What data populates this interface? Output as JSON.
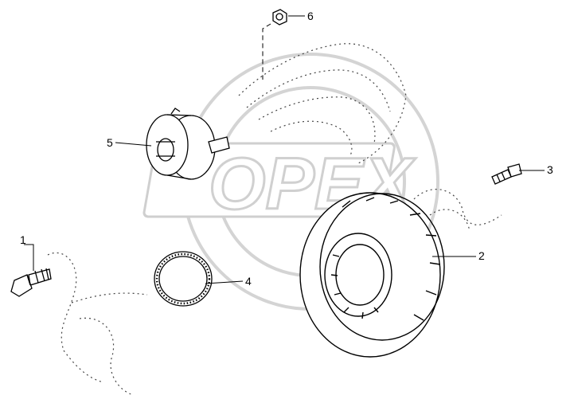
{
  "watermark": {
    "text": "OPEX"
  },
  "callouts": [
    {
      "id": "1",
      "label": "1"
    },
    {
      "id": "2",
      "label": "2"
    },
    {
      "id": "3",
      "label": "3"
    },
    {
      "id": "4",
      "label": "4"
    },
    {
      "id": "5",
      "label": "5"
    },
    {
      "id": "6",
      "label": "6"
    }
  ],
  "parts": [
    {
      "callout": "1",
      "icon": "wheel-bolt-icon"
    },
    {
      "callout": "2",
      "icon": "brake-disc-icon"
    },
    {
      "callout": "3",
      "icon": "stud-bolt-icon"
    },
    {
      "callout": "4",
      "icon": "abs-tone-ring-icon"
    },
    {
      "callout": "5",
      "icon": "brake-chamber-icon"
    },
    {
      "callout": "6",
      "icon": "hex-nut-icon"
    }
  ]
}
